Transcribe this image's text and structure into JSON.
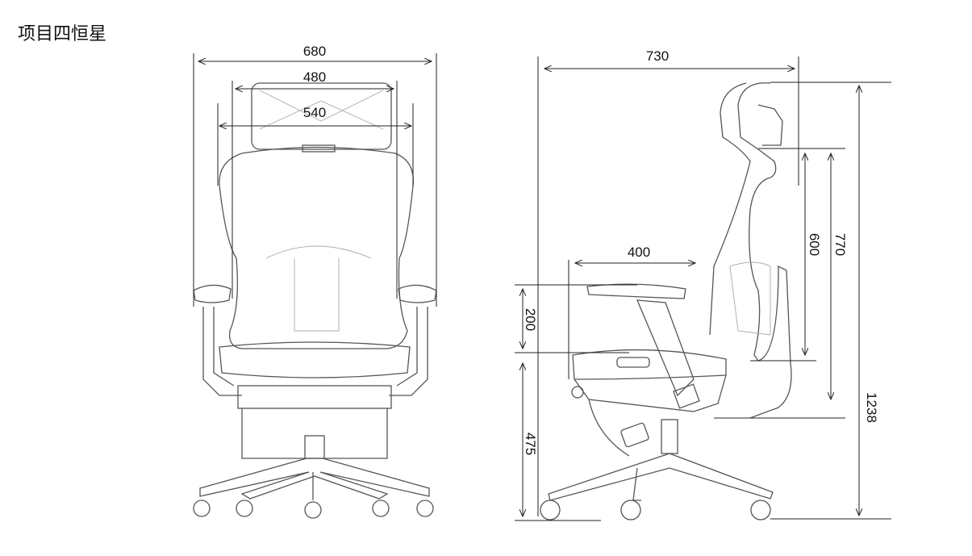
{
  "title": "项目四恒星",
  "front_view": {
    "overall_width": "680",
    "headrest_width": "480",
    "backrest_width": "540"
  },
  "side_view": {
    "depth": "730",
    "seat_depth": "400",
    "armrest_height": "200",
    "seat_height": "475",
    "backrest_height": "600",
    "back_with_headrest_height": "770",
    "total_height": "1238"
  }
}
